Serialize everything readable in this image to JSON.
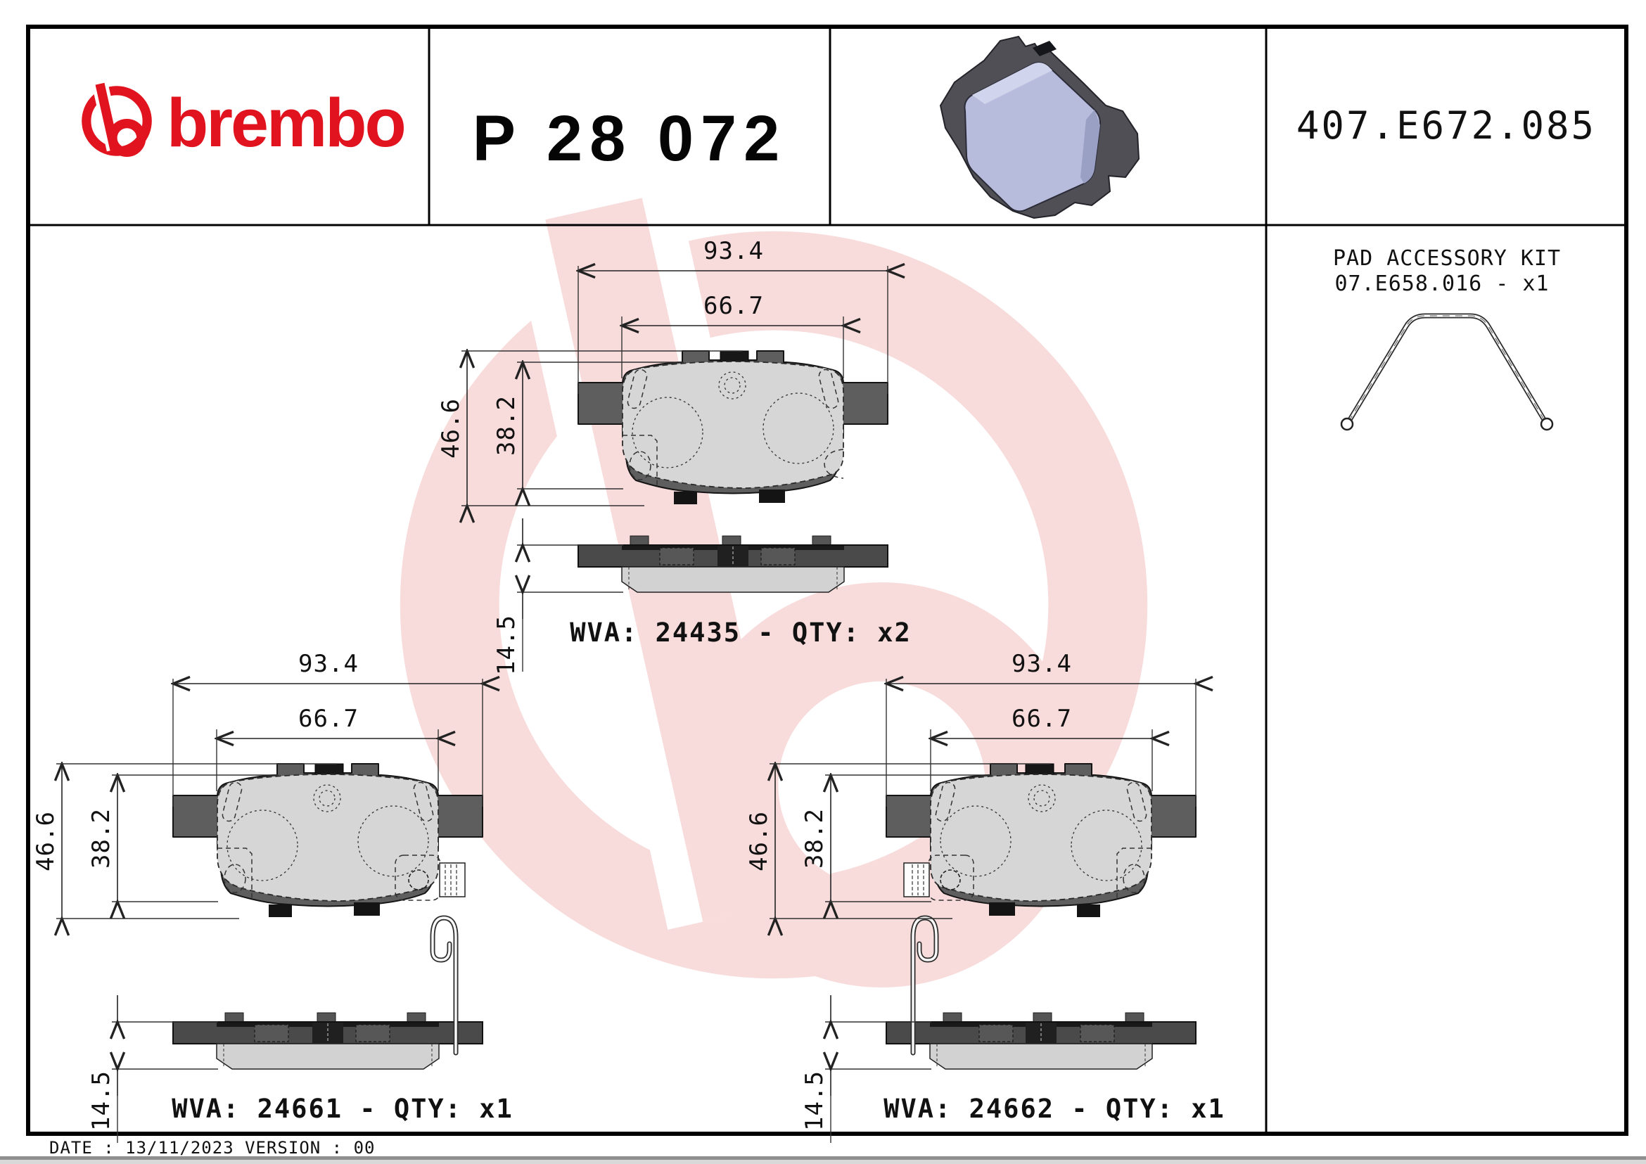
{
  "header": {
    "brand_wordmark": "brembo",
    "part_number": "P 28 072",
    "catalog_code": "407.E672.085"
  },
  "accessory_kit": {
    "title": "PAD ACCESSORY KIT",
    "code": "07.E658.016 - x1"
  },
  "dimensions": {
    "overall_width": "93.4",
    "friction_width": "66.7",
    "overall_height": "46.6",
    "friction_height": "38.2",
    "thickness": "14.5"
  },
  "pads": {
    "top": {
      "label": "WVA: 24435 - QTY: x2"
    },
    "bottom_left": {
      "label": "WVA: 24661 - QTY: x1"
    },
    "bottom_right": {
      "label": "WVA: 24662 - QTY: x1"
    }
  },
  "footer": {
    "date_version": "DATE : 13/11/2023 VERSION : 00"
  },
  "colors": {
    "brand_red": "#e0131e",
    "watermark_pink": "#f8dbdb",
    "plate_gray": "#5e5e5e",
    "friction_gray": "#d6d6d6",
    "lavender": "#b7bbdc"
  }
}
